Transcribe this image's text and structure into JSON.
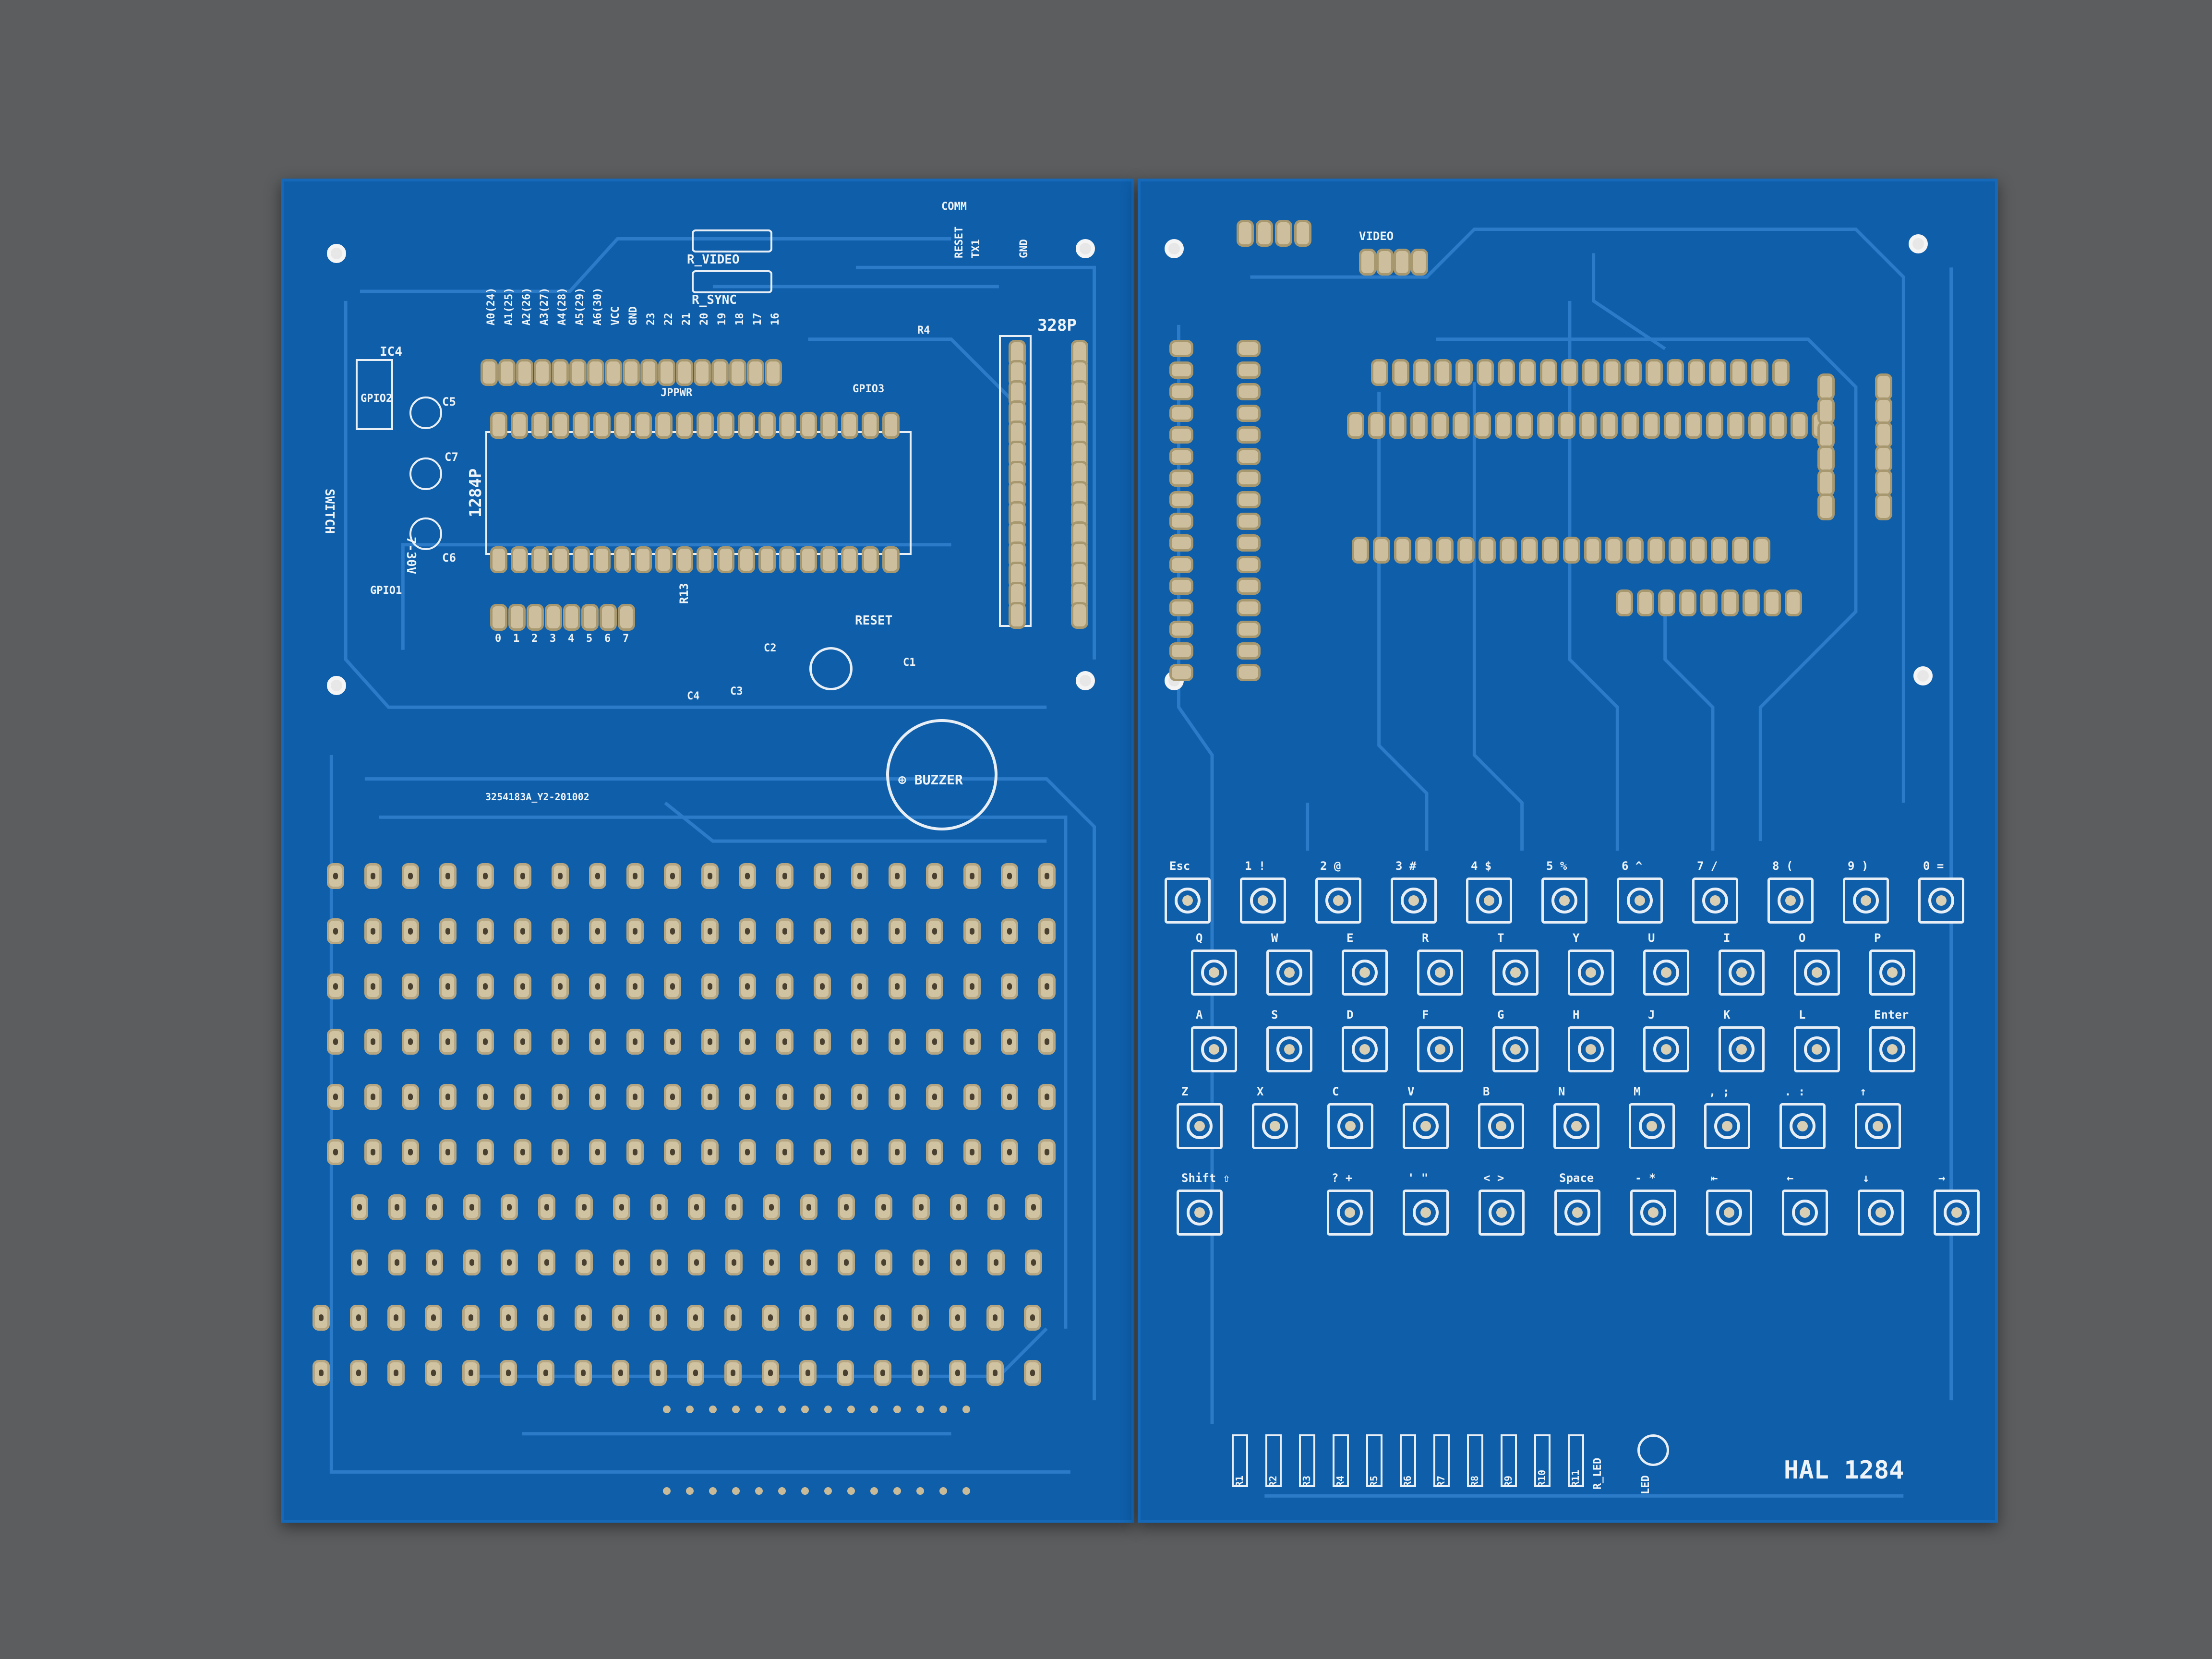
{
  "left_board": {
    "gpio_headers": [
      "GPIO2",
      "GPIO1",
      "GPIO3"
    ],
    "labels": {
      "ic4": "IC4",
      "c5": "C5",
      "c7": "C7",
      "c6": "C6",
      "switch": "SWITCH",
      "voltage": "7-30V",
      "chip": "1284P",
      "chip2": "328P",
      "r_video": "R_VIDEO",
      "r_sync": "R_SYNC",
      "reset": "RESET",
      "r13": "R13",
      "buzzer": "⊕ BUZZER",
      "jppwr": "JPPWR",
      "serial": "3254183A_Y2-201002",
      "comm": "COMM",
      "reset_pin": "RESET",
      "tx1": "TX1",
      "gnd": "GND",
      "r4": "R4",
      "c1": "C1",
      "c4": "C4",
      "c3": "C3",
      "c2": "C2"
    },
    "analog_pins": [
      "A0(24)",
      "A1(25)",
      "A2(26)",
      "A3(27)",
      "A4(28)",
      "A5(29)",
      "A6(30)",
      "VCC",
      "GND",
      "23",
      "22",
      "21",
      "20",
      "19",
      "18",
      "17",
      "16"
    ],
    "gpio1_pins": [
      "0",
      "1",
      "2",
      "3",
      "4",
      "5",
      "6",
      "7"
    ]
  },
  "right_board": {
    "video_label": "VIDEO",
    "title": "HAL 1284",
    "led_label": "LED",
    "r_led_label": "R_LED",
    "resistors": [
      "R1",
      "R2",
      "R3",
      "R4",
      "R5",
      "R6",
      "R7",
      "R8",
      "R9",
      "R10",
      "R11"
    ],
    "keys": [
      [
        "Esc",
        "1 !",
        "2 @",
        "3 #",
        "4 $",
        "5 %",
        "6 ^",
        "7 /",
        "8 (",
        "9 )",
        "0 ="
      ],
      [
        "Q",
        "W",
        "E",
        "R",
        "T",
        "Y",
        "U",
        "I",
        "O",
        "P"
      ],
      [
        "A",
        "S",
        "D",
        "F",
        "G",
        "H",
        "J",
        "K",
        "L",
        "Enter"
      ],
      [
        "Z",
        "X",
        "C",
        "V",
        "B",
        "N",
        "M",
        ", ;",
        ". :",
        "↑"
      ],
      [
        "Shift ⇧",
        "? +",
        "' \"",
        "< >",
        "Space",
        "- *",
        "⇤",
        "←",
        "↓",
        "→"
      ]
    ]
  }
}
